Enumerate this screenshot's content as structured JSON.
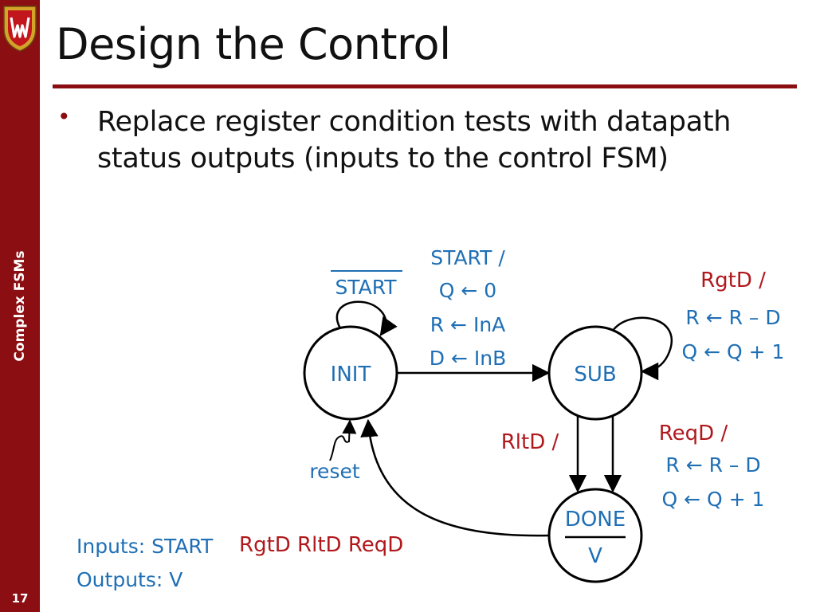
{
  "slide": {
    "title": "Design the Control",
    "bullet": "Replace register condition tests with datapath status outputs (inputs to the control FSM)",
    "section": "Complex FSMs",
    "page_number": "17"
  },
  "colors": {
    "accent": "#8a0e12",
    "blue": "#1f6fb5",
    "red": "#b0181c",
    "black": "#000000"
  },
  "diagram": {
    "states": {
      "init": "INIT",
      "sub": "SUB",
      "done": "DONE",
      "done_output": "V"
    },
    "init_self_loop": "START",
    "init_to_sub": [
      "START /",
      "Q ← 0",
      "R ← InA",
      "D ← InB"
    ],
    "sub_self_loop": {
      "condition": "RgtD /",
      "actions": [
        "R ← R – D",
        "Q ← Q + 1"
      ]
    },
    "sub_to_done_left": "RltD /",
    "sub_to_done_right": {
      "condition": "ReqD /",
      "actions": [
        "R ← R – D",
        "Q ← Q + 1"
      ]
    },
    "reset": "reset",
    "inputs_label": "Inputs: START",
    "inputs_red": "RgtD RltD ReqD",
    "outputs_label": "Outputs: V"
  }
}
